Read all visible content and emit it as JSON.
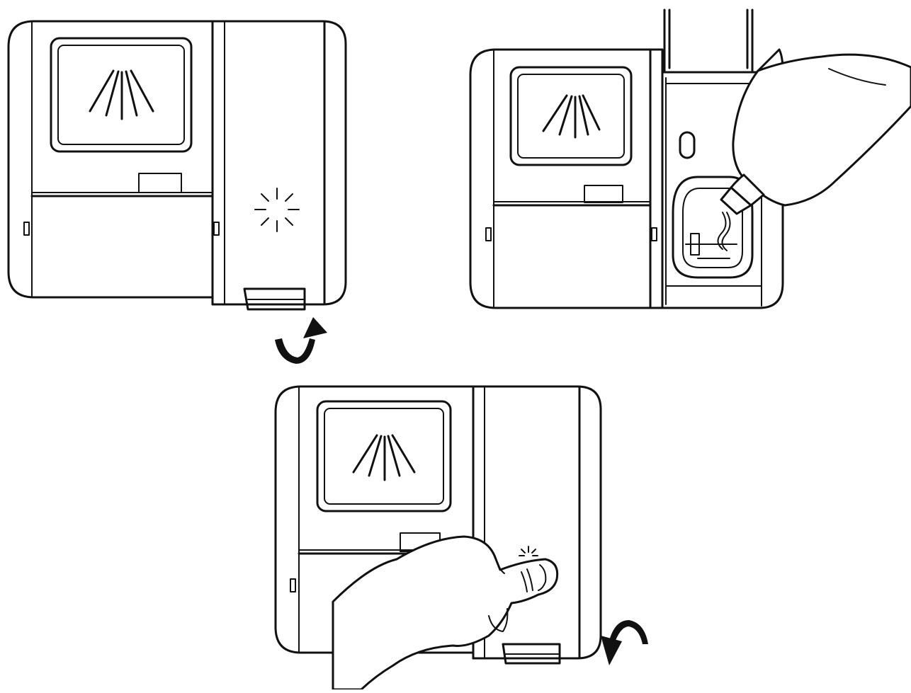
{
  "figure": {
    "panels": [
      {
        "id": "panel-1",
        "depicts": "dispenser-closed",
        "icons": [
          "spray-icon",
          "sparkle-icon",
          "rotate-arrow-icon"
        ]
      },
      {
        "id": "panel-2",
        "depicts": "dispenser-open-with-bottle",
        "icons": [
          "spray-icon",
          "bottle-icon"
        ]
      },
      {
        "id": "panel-3",
        "depicts": "dispenser-pressed-closed",
        "icons": [
          "spray-icon",
          "sparkle-icon",
          "hand-icon",
          "rotate-arrow-icon"
        ]
      }
    ],
    "colors": {
      "line": "#111111",
      "background": "#ffffff"
    }
  }
}
